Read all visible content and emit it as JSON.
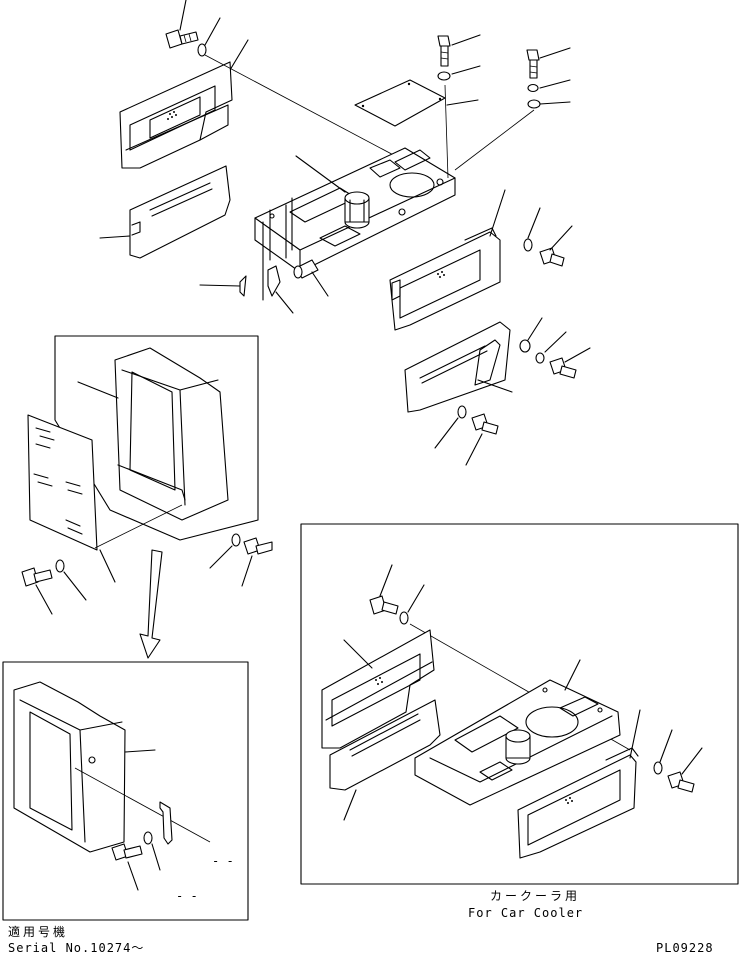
{
  "diagram": {
    "car_cooler_caption_jp": "カークーラ用",
    "car_cooler_caption_en": "For Car Cooler",
    "applicable_serial_jp": "適用号機",
    "serial_number": "Serial No.10274～",
    "drawing_code": "PL09228",
    "blank_marks": [
      "- -",
      "- -"
    ]
  }
}
